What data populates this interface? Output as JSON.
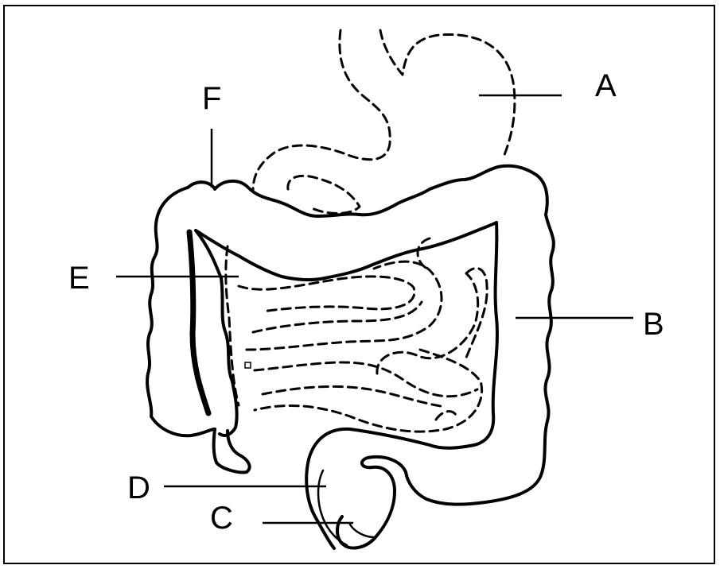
{
  "labels": {
    "a": "A",
    "b": "B",
    "c": "C",
    "d": "D",
    "e": "E",
    "f": "F"
  },
  "icons": [
    "digestive-system-illustration"
  ],
  "colors": {
    "line": "#000000",
    "background": "#ffffff"
  }
}
